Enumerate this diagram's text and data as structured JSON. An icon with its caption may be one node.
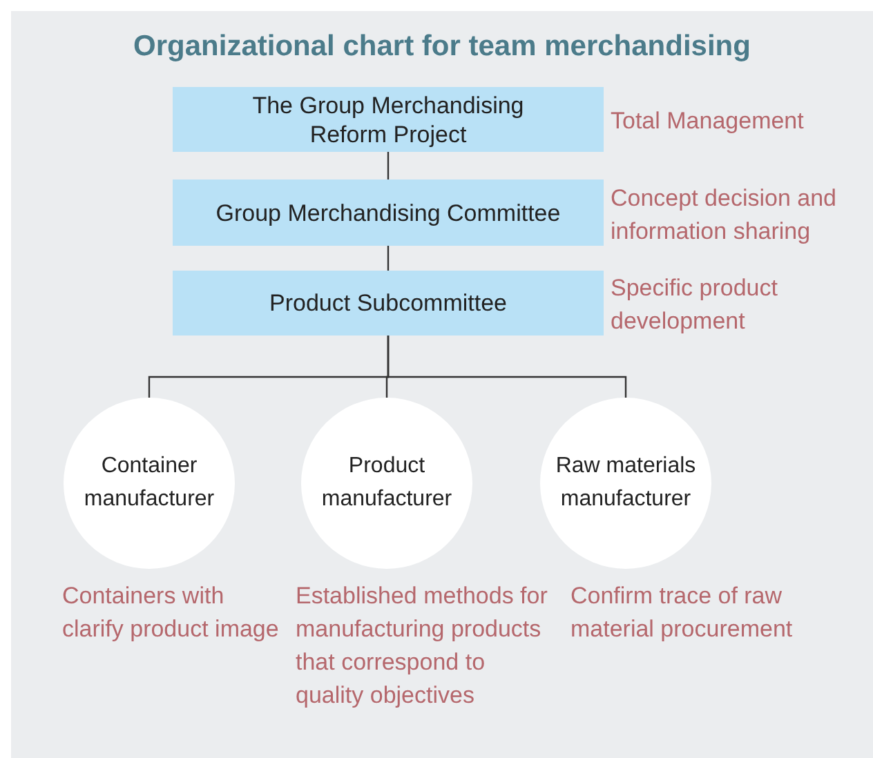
{
  "diagram": {
    "title": "Organizational chart for team merchandising",
    "nodes": [
      {
        "text": [
          "The Group Merchandising Reform Project"
        ],
        "beside": [
          "Total Management"
        ]
      },
      {
        "text": [
          "Group Merchandising Committee"
        ],
        "beside": [
          "Concept decision and information sharing"
        ]
      },
      {
        "text": [
          "Product Subcommittee"
        ],
        "beside": [
          "Specific product development"
        ]
      },
      {
        "text": [
          "Container manufacturer"
        ],
        "beside": [
          "Containers with clarify product image"
        ]
      },
      {
        "text": [
          "Product manufacturer"
        ],
        "beside": [
          "Established methods for manufacturing products that correspond to quality objectives"
        ]
      },
      {
        "text": [
          "Raw materials manufacturer"
        ],
        "beside": [
          "Confirm trace of raw material procurement"
        ]
      }
    ],
    "edges": [
      {
        "from": 0,
        "to": 1,
        "arrow": "none"
      },
      {
        "from": 1,
        "to": 2,
        "arrow": "none"
      },
      {
        "from": 2,
        "to": 3,
        "arrow": "none"
      },
      {
        "from": 2,
        "to": 4,
        "arrow": "none"
      },
      {
        "from": 2,
        "to": 5,
        "arrow": "none"
      }
    ]
  }
}
